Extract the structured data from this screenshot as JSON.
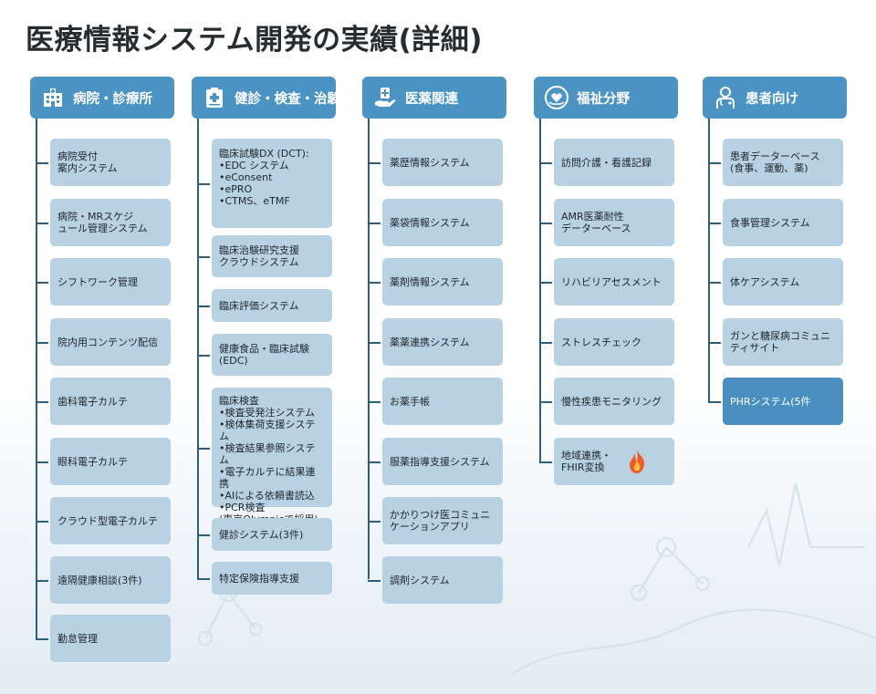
{
  "title": "医療情報システム開発の実績(詳細)",
  "columns": [
    {
      "header": "病院・診療所",
      "icon": "hospital-icon",
      "items": [
        "病院受付\n案内システム",
        "病院・MRスケジ\nュール管理システム",
        "シフトワーク管理",
        "院内用コンテンツ配信",
        "歯科電子カルテ",
        "眼科電子カルテ",
        "クラウド型電子カルテ",
        "遠隔健康相談(3件)",
        "勤怠管理"
      ]
    },
    {
      "header": "健診・検査・治験",
      "icon": "medical-kit-icon",
      "items": [
        "臨床試験DX (DCT):\n•EDC システム\n•eConsent\n•ePRO\n•CTMS、eTMF",
        "臨床治験研究支援\nクラウドシステム",
        "臨床評価システム",
        "健康食品・臨床試験\n(EDC)",
        "臨床検査\n•検査受発注システム\n•検体集荷支援システム\n•検査結果参照システム\n•電子カルテに結果連携\n•AIによる依頼書読込\n•PCR検査\n(東京Olympicで採用)",
        "健診システム(3件)",
        "特定保険指導支援"
      ]
    },
    {
      "header": "医薬関連",
      "icon": "pharma-hand-icon",
      "items": [
        "薬歴情報システム",
        "薬袋情報システム",
        "薬剤情報システム",
        "薬薬連携システム",
        "お薬手帳",
        "服薬指導支援システム",
        "かかりつけ医コミュニ\nケーションアプリ",
        "調剤システム"
      ]
    },
    {
      "header": "福祉分野",
      "icon": "heart-hand-icon",
      "items": [
        "訪問介護・看護記録",
        "AMR医薬耐性\nデーターベース",
        "リハビリアセスメント",
        "ストレスチェック",
        "慢性疾患モニタリング",
        "地域連携・\nFHIR変換"
      ]
    },
    {
      "header": "患者向け",
      "icon": "patient-icon",
      "items": [
        "患者データーベース\n(食事、運動、薬)",
        "食事管理システム",
        "体ケアシステム",
        "ガンと糖尿病コミュニ\nティサイト",
        "PHRシステム(5件"
      ]
    }
  ],
  "colors": {
    "header_bg": "#4a93c2",
    "item_bg": "#b8d2e4",
    "highlight_bg": "#4a8fc0",
    "line": "#2f5e7d"
  }
}
